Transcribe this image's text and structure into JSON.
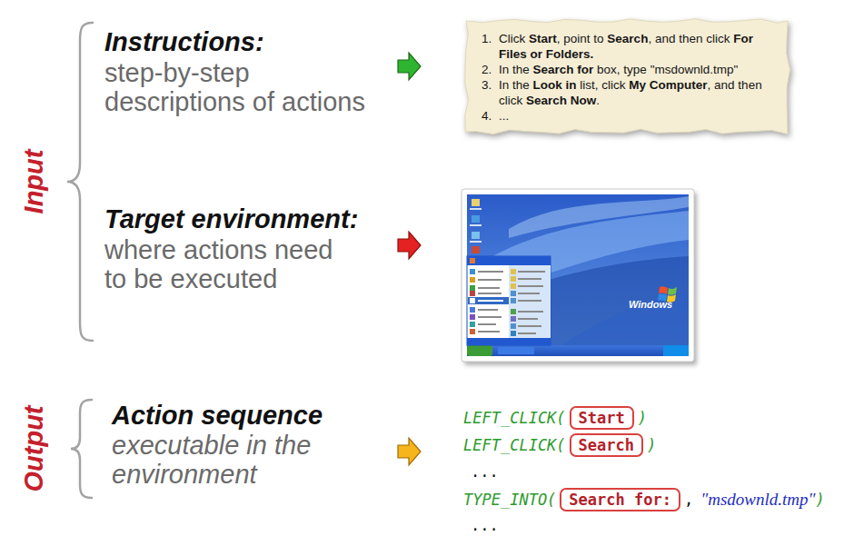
{
  "diagram": {
    "nodes": [
      {
        "text": [
          "1.",
          "Click",
          "Start",
          ", point to",
          "Search",
          ", and then click",
          "For Files or Folders.",
          "2.",
          "In the",
          "Search for",
          "box, type \"msdownld.tmp\"",
          "3.",
          "In the",
          "Look in",
          "list, click",
          "My Computer",
          ", and then click",
          "Search Now",
          ".",
          "4.",
          "..."
        ]
      },
      {
        "text": [
          "Start"
        ]
      },
      {
        "text": [
          "Search"
        ]
      },
      {
        "text": [
          "Search for:"
        ]
      }
    ],
    "labels": [
      "Input",
      "Instructions:",
      "step-by-step descriptions of actions",
      "Target environment:",
      "where actions need to be executed",
      "Windows",
      "Output",
      "Action sequence",
      "executable in the environment",
      "LEFT_CLICK(",
      ")",
      "LEFT_CLICK(",
      ")",
      "...",
      "TYPE_INTO(",
      ",",
      "\"msdownld.tmp\"",
      ")",
      "..."
    ]
  }
}
